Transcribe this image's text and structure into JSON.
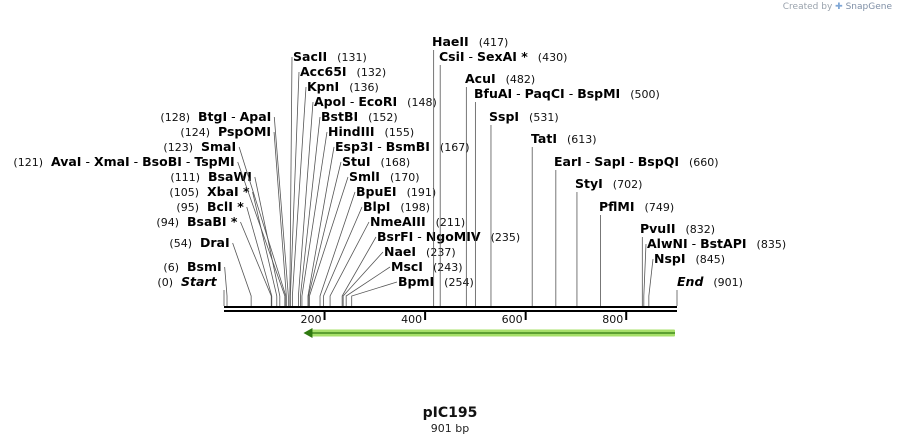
{
  "credit": {
    "prefix": "Created by",
    "brand": "SnapGene"
  },
  "plasmid": {
    "name": "pIC195",
    "length_label": "901 bp",
    "length": 901
  },
  "axis": {
    "ticks": [
      {
        "pos": 200,
        "label": "200"
      },
      {
        "pos": 400,
        "label": "400"
      },
      {
        "pos": 600,
        "label": "600"
      },
      {
        "pos": 800,
        "label": "800"
      }
    ]
  },
  "feature": {
    "type": "arrow",
    "direction": "reverse",
    "start": 166,
    "end": 901,
    "color": "#a7e06a"
  },
  "sites": [
    {
      "pos": 0,
      "names": [
        "Start"
      ],
      "num": "(0)",
      "special": true
    },
    {
      "pos": 6,
      "names": [
        "BsmI"
      ],
      "num": "(6)"
    },
    {
      "pos": 54,
      "names": [
        "DraI"
      ],
      "num": "(54)"
    },
    {
      "pos": 94,
      "names": [
        "BsaBI *"
      ],
      "num": "(94)"
    },
    {
      "pos": 95,
      "names": [
        "BclI *"
      ],
      "num": "(95)"
    },
    {
      "pos": 105,
      "names": [
        "XbaI *"
      ],
      "num": "(105)"
    },
    {
      "pos": 111,
      "names": [
        "BsaWI"
      ],
      "num": "(111)"
    },
    {
      "pos": 121,
      "names": [
        "AvaI",
        "XmaI",
        "BsoBI",
        "TspMI"
      ],
      "num": "(121)"
    },
    {
      "pos": 123,
      "names": [
        "SmaI"
      ],
      "num": "(123)"
    },
    {
      "pos": 124,
      "names": [
        "PspOMI"
      ],
      "num": "(124)"
    },
    {
      "pos": 128,
      "names": [
        "BtgI",
        "ApaI"
      ],
      "num": "(128)"
    },
    {
      "pos": 131,
      "names": [
        "SacII"
      ],
      "num": "(131)"
    },
    {
      "pos": 132,
      "names": [
        "Acc65I"
      ],
      "num": "(132)"
    },
    {
      "pos": 136,
      "names": [
        "KpnI"
      ],
      "num": "(136)"
    },
    {
      "pos": 148,
      "names": [
        "ApoI",
        "EcoRI"
      ],
      "num": "(148)"
    },
    {
      "pos": 152,
      "names": [
        "BstBI"
      ],
      "num": "(152)"
    },
    {
      "pos": 155,
      "names": [
        "HindIII"
      ],
      "num": "(155)"
    },
    {
      "pos": 167,
      "names": [
        "Esp3I",
        "BsmBI"
      ],
      "num": "(167)"
    },
    {
      "pos": 168,
      "names": [
        "StuI"
      ],
      "num": "(168)"
    },
    {
      "pos": 170,
      "names": [
        "SmlI"
      ],
      "num": "(170)"
    },
    {
      "pos": 191,
      "names": [
        "BpuEI"
      ],
      "num": "(191)"
    },
    {
      "pos": 198,
      "names": [
        "BlpI"
      ],
      "num": "(198)"
    },
    {
      "pos": 211,
      "names": [
        "NmeAIII"
      ],
      "num": "(211)"
    },
    {
      "pos": 235,
      "names": [
        "BsrFI",
        "NgoMIV"
      ],
      "num": "(235)"
    },
    {
      "pos": 237,
      "names": [
        "NaeI"
      ],
      "num": "(237)"
    },
    {
      "pos": 243,
      "names": [
        "MscI"
      ],
      "num": "(243)"
    },
    {
      "pos": 254,
      "names": [
        "BpmI"
      ],
      "num": "(254)"
    },
    {
      "pos": 417,
      "names": [
        "HaeII"
      ],
      "num": "(417)"
    },
    {
      "pos": 430,
      "names": [
        "CsiI",
        "SexAI *"
      ],
      "num": "(430)"
    },
    {
      "pos": 482,
      "names": [
        "AcuI"
      ],
      "num": "(482)"
    },
    {
      "pos": 500,
      "names": [
        "BfuAI",
        "PaqCI",
        "BspMI"
      ],
      "num": "(500)"
    },
    {
      "pos": 531,
      "names": [
        "SspI"
      ],
      "num": "(531)"
    },
    {
      "pos": 613,
      "names": [
        "TatI"
      ],
      "num": "(613)"
    },
    {
      "pos": 660,
      "names": [
        "EarI",
        "SapI",
        "BspQI"
      ],
      "num": "(660)"
    },
    {
      "pos": 702,
      "names": [
        "StyI"
      ],
      "num": "(702)"
    },
    {
      "pos": 749,
      "names": [
        "PflMI"
      ],
      "num": "(749)"
    },
    {
      "pos": 832,
      "names": [
        "PvuII"
      ],
      "num": "(832)"
    },
    {
      "pos": 835,
      "names": [
        "AlwNI",
        "BstAPI"
      ],
      "num": "(835)"
    },
    {
      "pos": 845,
      "names": [
        "NspI"
      ],
      "num": "(845)"
    },
    {
      "pos": 901,
      "names": [
        "End"
      ],
      "num": "(901)",
      "special": true
    }
  ]
}
